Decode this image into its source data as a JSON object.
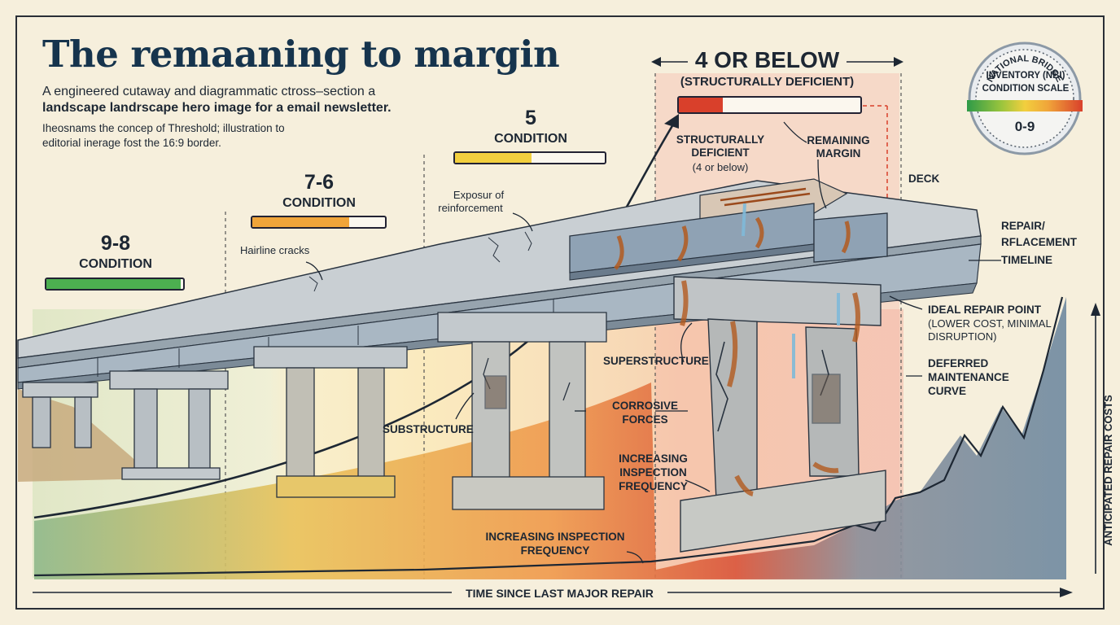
{
  "header": {
    "title": "The remaaning to margin",
    "subtitle_line1": "A engineered cutaway and diagrammatic ctross–section a",
    "subtitle_line2": "landscape landrscape hero image for a email newsletter.",
    "note_line1": "Iheosnams the concep of Threshold; illustration to",
    "note_line2": "editorial inerage fost the 16:9 border."
  },
  "badge": {
    "arc_text": "NATIONAL BRIDGE",
    "line1": "INVENTORY (NBI)",
    "line2": "CONDITION SCALE",
    "range": "0-9"
  },
  "conditions": [
    {
      "number": "9-8",
      "label": "CONDITION",
      "fill_pct": 98,
      "color": "#4caf50"
    },
    {
      "number": "7-6",
      "label": "CONDITION",
      "fill_pct": 73,
      "color": "#f0a53a"
    },
    {
      "number": "5",
      "label": "CONDITION",
      "fill_pct": 51,
      "color": "#f2cf3e"
    },
    {
      "number": "4 OR BELOW",
      "label": "(STRUCTURALLY DEFICIENT)",
      "fill_pct": 24,
      "color": "#d9402b"
    }
  ],
  "annotations": {
    "hairline": "Hairline cracks",
    "exposure_line1": "Exposur of",
    "exposure_line2": "reinforcement",
    "sd_line1": "STRUCTURALLY",
    "sd_line2": "DEFICIENT",
    "sd_line3": "(4 or below)",
    "remaining_line1": "REMAINING",
    "remaining_line2": "MARGIN",
    "deck": "DECK",
    "repair_line1": "REPAIR/",
    "repair_line2": "RFLACEMENT",
    "repair_line3": "TIMELINE",
    "ideal_line1": "IDEAL REPAIR POINT",
    "ideal_line2": "(LOWER COST, MINIMAL",
    "ideal_line3": "DISRUPTION)",
    "deferred_line1": "DEFERRED",
    "deferred_line2": "MAINTENANCE",
    "deferred_line3": "CURVE",
    "superstructure": "SUPERSTRUCTURE",
    "substructure": "SUBSTRUCTURE",
    "corrosive_line1": "CORROSIVE",
    "corrosive_line2": "FORCES",
    "insp_line1": "INCREASING",
    "insp_line2": "INSPECTION",
    "insp_line3": "FREQUENCY",
    "insp_bottom_line1": "INCREASING INSPECTION",
    "insp_bottom_line2": "FREQUENCY"
  },
  "axes": {
    "x": "TIME SINCE LAST MAJOR REPAIR",
    "y": "ANTICIPATED REPAIR COSTS"
  },
  "colors": {
    "navy": "#16344d",
    "good": "#4caf50",
    "fair": "#f0a53a",
    "satisfactory": "#f2cf3e",
    "deficient": "#d9402b",
    "cost_area": "#6f8aa0",
    "background": "#f6efdc"
  }
}
